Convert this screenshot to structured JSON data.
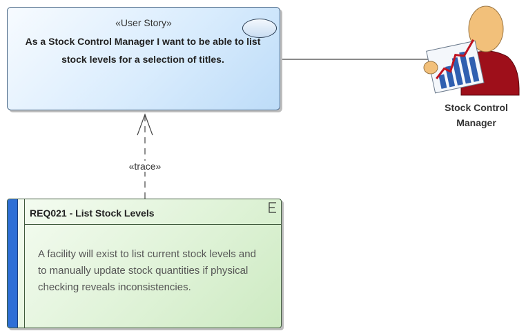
{
  "user_story": {
    "stereotype": "«User Story»",
    "title": "As a Stock Control Manager I want to be able to list stock levels for a selection of titles."
  },
  "connector": {
    "label": "«trace»"
  },
  "requirement": {
    "title": "REQ021 - List Stock Levels",
    "description": "A facility will exist to list current stock levels and to manually update stock quantities if physical checking reveals inconsistencies.",
    "icon": "element-icon"
  },
  "actor": {
    "name": "Stock Control Manager",
    "icon": "manager-chart-actor-icon"
  },
  "colors": {
    "story_fill": "#d9ecfd",
    "requirement_fill": "#def2d6",
    "requirement_bar": "#2e6fd6",
    "actor_body": "#9e0f1a",
    "actor_head": "#f2c07a"
  }
}
